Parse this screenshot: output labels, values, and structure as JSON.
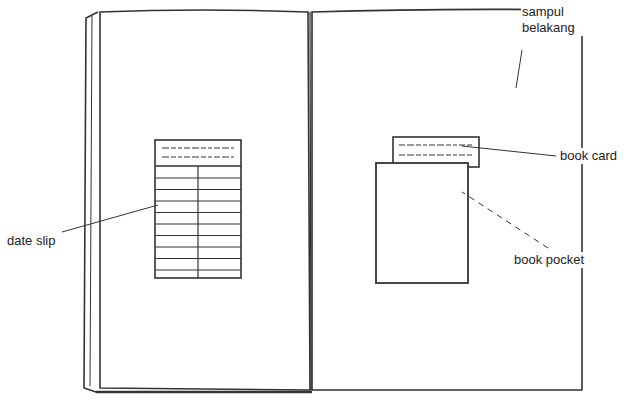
{
  "diagram": {
    "labels": [
      "sampul belakang",
      "book card",
      "date slip",
      "book pocket"
    ]
  }
}
